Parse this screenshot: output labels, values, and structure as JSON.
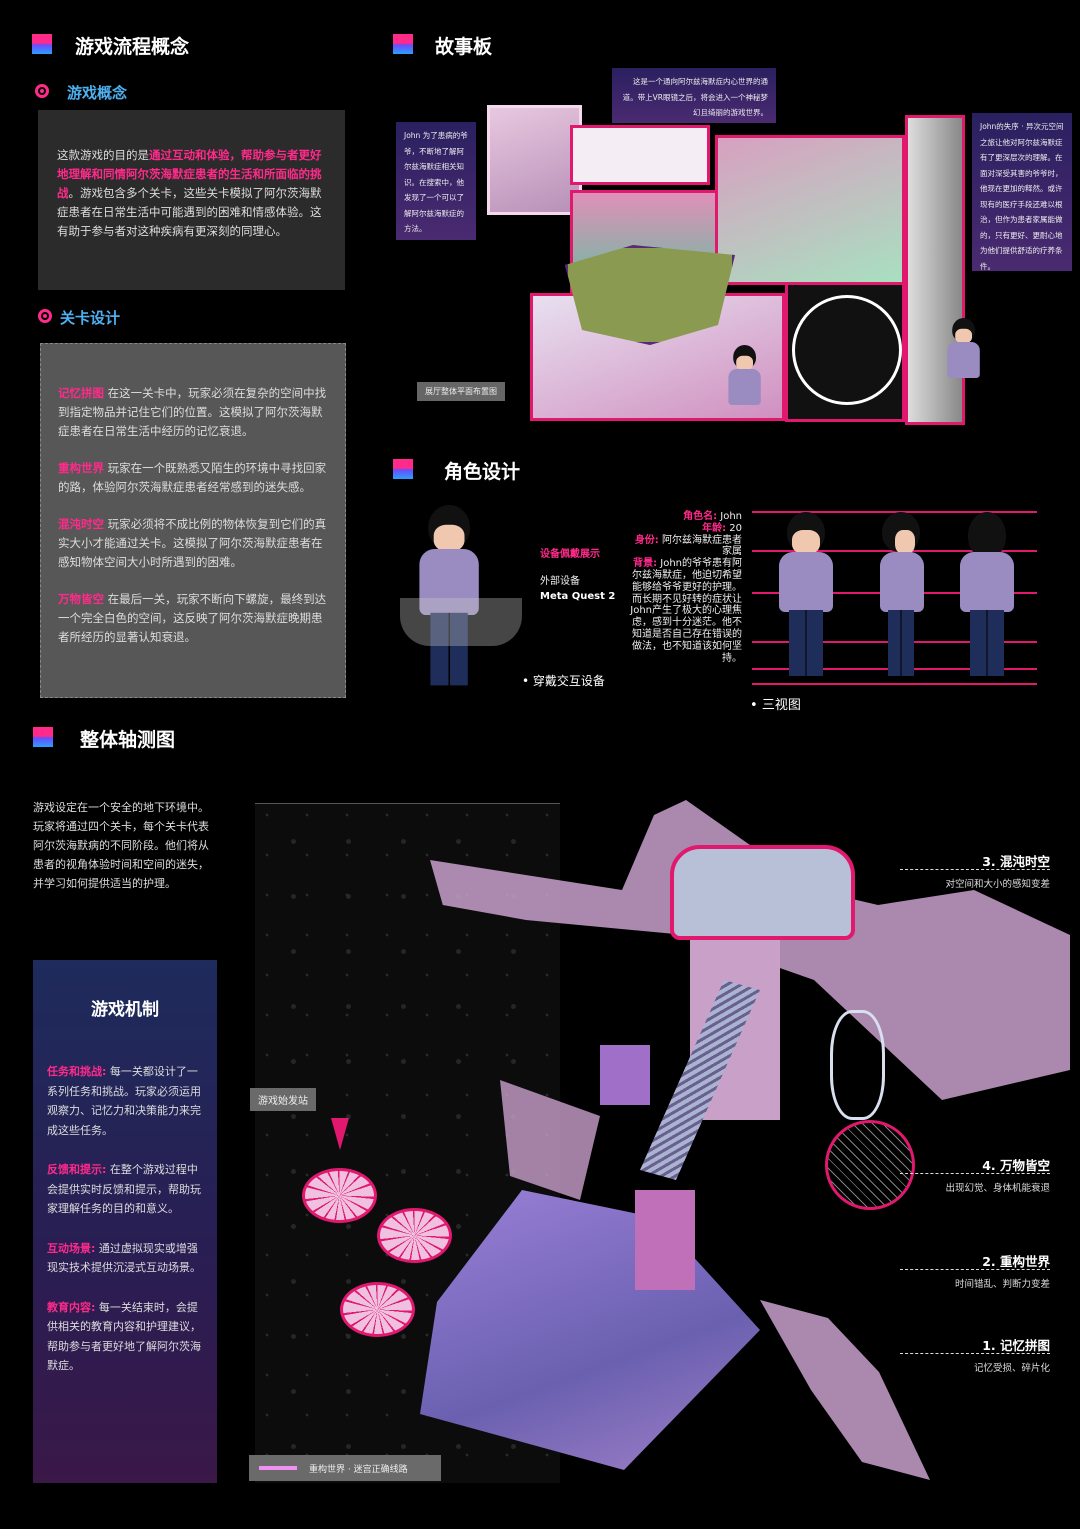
{
  "concept": {
    "title": "游戏流程概念",
    "sub1": "游戏概念",
    "p_pre": "这款游戏的目的是",
    "p_hl": "通过互动和体验，帮助参与者更好地理解和同情阿尔茨海默症患者的生活和所面临的挑战",
    "p_post": "。游戏包含多个关卡，这些关卡模拟了阿尔茨海默症患者在日常生活中可能遇到的困难和情感体验。这有助于参与者对这种疾病有更深刻的同理心。",
    "sub2": "关卡设计",
    "levels": [
      {
        "name": "记忆拼图",
        "text": "在这一关卡中，玩家必须在复杂的空间中找到指定物品并记住它们的位置。这模拟了阿尔茨海默症患者在日常生活中经历的记忆衰退。"
      },
      {
        "name": "重构世界",
        "text": "玩家在一个既熟悉又陌生的环境中寻找回家的路，体验阿尔茨海默症患者经常感到的迷失感。"
      },
      {
        "name": "混沌时空",
        "text": "玩家必须将不成比例的物体恢复到它们的真实大小才能通过关卡。这模拟了阿尔茨海默症患者在感知物体空间大小时所遇到的困难。"
      },
      {
        "name": "万物皆空",
        "text": "在最后一关，玩家不断向下螺旋，最终到达一个完全白色的空间，这反映了阿尔茨海默症晚期患者所经历的显著认知衰退。"
      }
    ]
  },
  "storyboard": {
    "title": "故事板",
    "cap_left": "John 为了患病的爷爷，不断地了解阿尔兹海默症相关知识。在搜索中，他发现了一个可以了解阿尔兹海默症的方法。",
    "cap_top": "这是一个通向阿尔兹海默症内心世界的通道。带上VR眼镜之后，将会进入一个神秘梦幻且绮丽的游戏世界。",
    "cap_right": "John的失序 · 异次元空间之旅让他对阿尔兹海默症有了更深层次的理解。在面对深受其害的爷爷时，他现在更加的释然。或许现有的医疗手段还难以根治，但作为患者家属能做的，只有更好、更耐心地为他们提供舒适的疗养条件。",
    "plan_tag": "展厅整体平面布置图"
  },
  "character": {
    "title": "角色设计",
    "device_title": "设备佩戴展示",
    "device_label": "外部设备",
    "device_name": "Meta Quest 2",
    "wear_label": "穿戴交互设备",
    "name_k": "角色名:",
    "name_v": " John",
    "age_k": "年龄:",
    "age_v": " 20",
    "id_k": "身份:",
    "id_v": " 阿尔兹海默症患者家属",
    "bg_k": "背景:",
    "bg_v": " John的爷爷患有阿尔兹海默症，他迫切希望能够给爷爷更好的护理。而长期不见好转的症状让John产生了极大的心理焦虑，感到十分迷茫。他不知道是否自己存在错误的做法，也不知道该如何坚持。",
    "three_view": "三视图"
  },
  "axon": {
    "title": "整体轴测图",
    "intro": "游戏设定在一个安全的地下环境中。玩家将通过四个关卡，每个关卡代表阿尔茨海默病的不同阶段。他们将从患者的视角体验时间和空间的迷失，并学习如何提供适当的护理。",
    "start_tag": "游戏始发站",
    "legend": "重构世界 · 迷宫正确线路",
    "mech_title": "游戏机制",
    "mech": [
      {
        "k": "任务和挑战:",
        "v": " 每一关都设计了一系列任务和挑战。玩家必须运用观察力、记忆力和决策能力来完成这些任务。"
      },
      {
        "k": "反馈和提示:",
        "v": " 在整个游戏过程中会提供实时反馈和提示，帮助玩家理解任务的目的和意义。"
      },
      {
        "k": "互动场景:",
        "v": " 通过虚拟现实或增强现实技术提供沉浸式互动场景。"
      },
      {
        "k": "教育内容:",
        "v": " 每一关结束时，会提供相关的教育内容和护理建议，帮助参与者更好地了解阿尔茨海默症。"
      }
    ],
    "levels": [
      {
        "t": "3. 混沌时空",
        "d": "对空间和大小的感知变差"
      },
      {
        "t": "4. 万物皆空",
        "d": "出现幻觉、身体机能衰退"
      },
      {
        "t": "2. 重构世界",
        "d": "时间错乱、判断力变差"
      },
      {
        "t": "1. 记忆拼图",
        "d": "记忆受损、碎片化"
      }
    ]
  },
  "colors": {
    "accent": "#ff2a8a",
    "blue": "#4fb0f0",
    "lilac": "#c9a0cc"
  }
}
